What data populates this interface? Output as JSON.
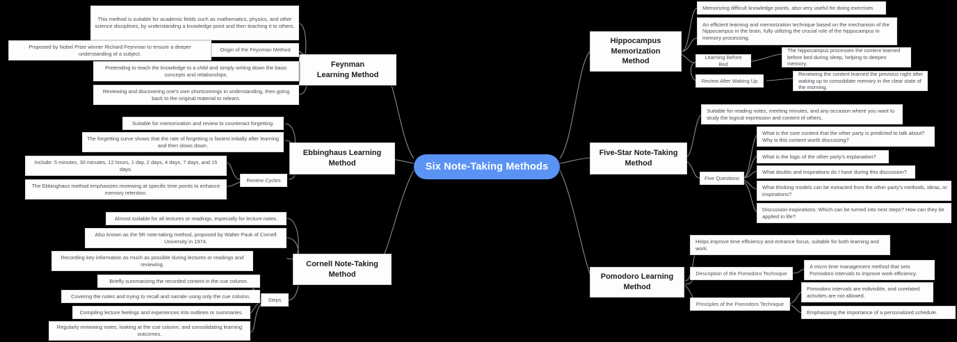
{
  "center": {
    "label": "Six Note-Taking Methods",
    "color": "#5b93f5"
  },
  "branches": {
    "feynman": {
      "title": "Feynman\nLearning Method",
      "leaves": [
        "This method is suitable for academic fields such as mathematics, physics, and other science disciplines, by understanding a knowledge point and then teaching it to others.",
        "Proposed by Nobel Prize winner Richard Feynman to ensure a deeper understanding of a subject.",
        "Pretending to teach the knowledge to a child and simply writing down the basic concepts and relationships.",
        "Reviewing and discovering one's own shortcomings in understanding, then going back to the original material to relearn."
      ],
      "category": "Origin of the Feynman Method"
    },
    "ebbinghaus": {
      "title": "Ebbinghaus Learning\nMethod",
      "leaves": [
        "Suitable for memorization and review to counteract forgetting.",
        "The forgetting curve shows that the rate of forgetting is fastest initially after learning and then slows down.",
        "Include: 5 minutes, 30 minutes, 12 hours, 1 day, 2 days, 4 days, 7 days, and 15 days.",
        "The Ebbinghaus method emphasizes reviewing at specific time points to enhance memory retention."
      ],
      "category": "Review Cycles"
    },
    "cornell": {
      "title": "Cornell Note-Taking\nMethod",
      "leaves": [
        "Almost suitable for all lectures or readings, especially for lecture notes.",
        "Also known as the 5R note-taking method, proposed by Walter Pauk of Cornell University in 1974.",
        "Recording key information as much as possible during lectures or readings and reviewing.",
        "Briefly summarizing the recorded content in the cue column.",
        "Covering the notes and trying to recall and narrate using only the cue column.",
        "Compiling lecture feelings and experiences into outlines or summaries.",
        "Regularly reviewing notes, looking at the cue column, and consolidating learning outcomes."
      ],
      "category": "Steps"
    },
    "hippocampus": {
      "title": "Hippocampus\nMemorization\nMethod",
      "leaves": [
        "Memorizing difficult knowledge points, also very useful for doing exercises",
        "An efficient learning and memorization technique based on the mechanism of the hippocampus in the brain, fully utilizing the crucial role of the hippocampus in memory processing."
      ],
      "categories": [
        {
          "label": "Learning Before Bed",
          "detail": "The hippocampus processes the content learned before bed during sleep, helping to deepen memory."
        },
        {
          "label": "Review After Waking Up",
          "detail": "Reviewing the content learned the previous night after waking up to consolidate memory in the clear state of the morning."
        }
      ]
    },
    "fivestar": {
      "title": "Five-Star Note-Taking\nMethod",
      "leaves": [
        "Suitable for reading notes, meeting minutes, and any occasion where you want to study the logical expression and content of others."
      ],
      "category": "Five Questions",
      "questions": [
        "What is the core content that the other party is predicted to talk about? Why is this content worth discussing?",
        "What is the logic of the other party's explanation?",
        "What doubts and inspirations do I have during this discussion?",
        "What thinking models can be extracted from the other party's methods, ideas, or inspirations?",
        "Discussion inspirations: Which can be turned into next steps? How can they be applied in life?"
      ]
    },
    "pomodoro": {
      "title": "Pomodoro Learning\nMethod",
      "leaves": [
        "Helps improve time efficiency and enhance focus, suitable for both learning and work."
      ],
      "categories": [
        {
          "label": "Description of the Pomodoro Technique",
          "details": [
            "A micro time management method that sets Pomodoro intervals to improve work efficiency."
          ]
        },
        {
          "label": "Principles of the Pomodoro Technique",
          "details": [
            "Pomodoro intervals are indivisible, and unrelated activities are not allowed.",
            "Emphasizing the importance of a personalized schedule."
          ]
        }
      ]
    }
  }
}
